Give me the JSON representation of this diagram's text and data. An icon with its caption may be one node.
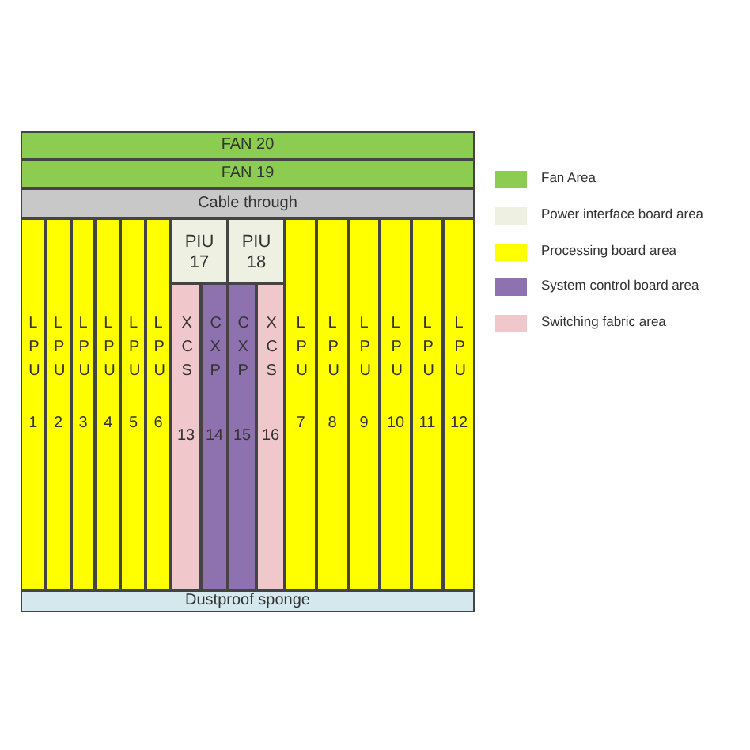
{
  "diagram": {
    "nodes": [
      {
        "text": [
          "FAN 20"
        ]
      },
      {
        "text": [
          "FAN 19"
        ]
      },
      {
        "text": [
          "Cable through"
        ]
      },
      {
        "text": [
          "LPU",
          "1"
        ]
      },
      {
        "text": [
          "LPU",
          "2"
        ]
      },
      {
        "text": [
          "LPU",
          "3"
        ]
      },
      {
        "text": [
          "LPU",
          "4"
        ]
      },
      {
        "text": [
          "LPU",
          "5"
        ]
      },
      {
        "text": [
          "LPU",
          "6"
        ]
      },
      {
        "text": [
          "PIU 17"
        ]
      },
      {
        "text": [
          "PIU 18"
        ]
      },
      {
        "text": [
          "XCS",
          "13"
        ]
      },
      {
        "text": [
          "CXP",
          "14"
        ]
      },
      {
        "text": [
          "CXP",
          "15"
        ]
      },
      {
        "text": [
          "XCS",
          "16"
        ]
      },
      {
        "text": [
          "LPU",
          "7"
        ]
      },
      {
        "text": [
          "LPU",
          "8"
        ]
      },
      {
        "text": [
          "LPU",
          "9"
        ]
      },
      {
        "text": [
          "LPU",
          "10"
        ]
      },
      {
        "text": [
          "LPU",
          "11"
        ]
      },
      {
        "text": [
          "LPU",
          "12"
        ]
      },
      {
        "text": [
          "Dustproof sponge"
        ]
      }
    ],
    "legend": [
      {
        "text": "Fan Area",
        "color": "#8ccc50"
      },
      {
        "text": "Power interface board area",
        "color": "#eef0e2"
      },
      {
        "text": "Processing board area",
        "color": "#ffff00"
      },
      {
        "text": "System control board area",
        "color": "#8e72b0"
      },
      {
        "text": "Switching fabric area",
        "color": "#f0c8cc"
      }
    ]
  }
}
